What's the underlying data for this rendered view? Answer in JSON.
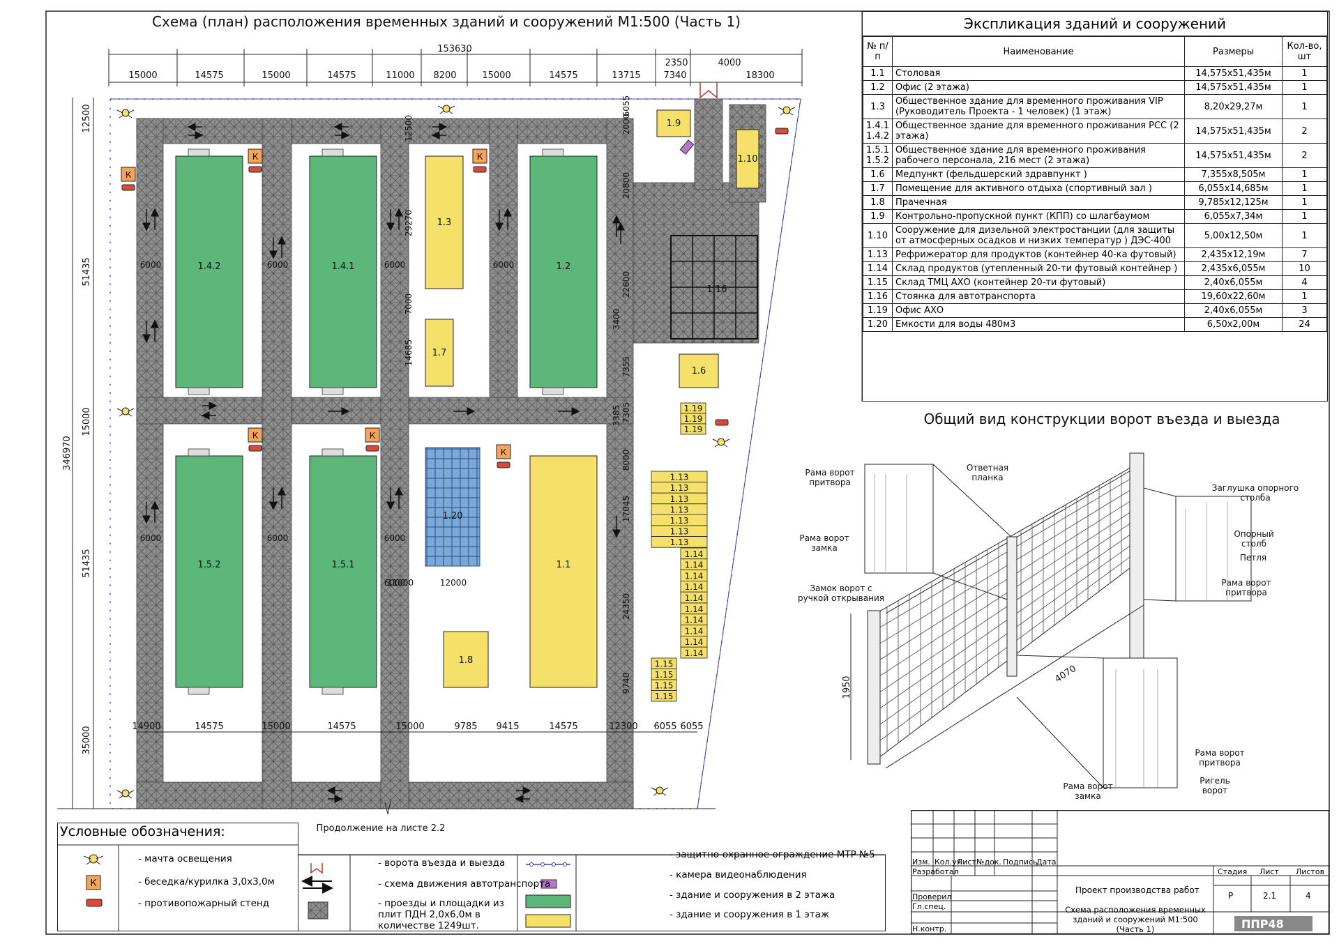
{
  "plan_title": "Схема (план) расположения временных зданий и сооружений М1:500 (Часть 1)",
  "continuation": "Продолжение на листе 2.2",
  "dims": {
    "total_top": "153630",
    "top": [
      "15000",
      "14575",
      "15000",
      "14575",
      "11000",
      "8200",
      "15000",
      "14575",
      "13715",
      "7340",
      "18300"
    ],
    "top_extra": [
      "2350",
      "4000"
    ],
    "bottom": [
      "14900",
      "14575",
      "15000",
      "14575",
      "15000",
      "9785",
      "9415",
      "14575",
      "12300",
      "6055",
      "6055"
    ],
    "left_total": "346970",
    "left": [
      "12500",
      "51435",
      "15000",
      "51435",
      "35000"
    ],
    "inner": [
      "6000",
      "6000",
      "6000",
      "6000",
      "6000",
      "6000",
      "6000",
      "6000",
      "29270",
      "7000",
      "14685",
      "12500",
      "11000",
      "12000",
      "2000",
      "6055",
      "20800",
      "22600",
      "3400",
      "7355",
      "3385",
      "7305",
      "8000",
      "17045",
      "24350",
      "9740"
    ]
  },
  "buildings": {
    "b142": "1.4.2",
    "b141": "1.4.1",
    "b13": "1.3",
    "b12": "1.2",
    "b17": "1.7",
    "b19": "1.9",
    "b110": "1.10",
    "b116": "1.16",
    "b16": "1.6",
    "b152": "1.5.2",
    "b151": "1.5.1",
    "b120": "1.20",
    "b11": "1.1",
    "b18": "1.8",
    "b119": [
      "1.19",
      "1.19",
      "1.19"
    ],
    "b113": [
      "1.13",
      "1.13",
      "1.13",
      "1.13",
      "1.13",
      "1.13",
      "1.13"
    ],
    "b114": [
      "1.14",
      "1.14",
      "1.14",
      "1.14",
      "1.14",
      "1.14",
      "1.14",
      "1.14",
      "1.14",
      "1.14"
    ],
    "b115": [
      "1.15",
      "1.15",
      "1.15",
      "1.15"
    ]
  },
  "kiosk_letter": "К",
  "explication": {
    "title": "Экспликация зданий и сооружений",
    "headers": [
      "№ п/п",
      "Наименование",
      "Размеры",
      "Кол-во, шт"
    ],
    "rows": [
      {
        "n": "1.1",
        "name": "Столовая",
        "size": "14,575х51,435м",
        "qty": "1"
      },
      {
        "n": "1.2",
        "name": "Офис (2 этажа)",
        "size": "14,575х51,435м",
        "qty": "1"
      },
      {
        "n": "1.3",
        "name": "Общественное здание для временного проживания VIP (Руководитель Проекта - 1 человек) (1 этаж)",
        "size": "8,20х29,27м",
        "qty": "1"
      },
      {
        "n": "1.4.1 1.4.2",
        "name": "Общественное здание для временного проживания РСС (2 этажа)",
        "size": "14,575х51,435м",
        "qty": "2"
      },
      {
        "n": "1.5.1 1.5.2",
        "name": "Общественное здание для временного проживания рабочего персонала, 216 мест (2 этажа)",
        "size": "14,575х51,435м",
        "qty": "2"
      },
      {
        "n": "1.6",
        "name": "Медпункт (фельдшерский здравпункт )",
        "size": "7,355х8,505м",
        "qty": "1"
      },
      {
        "n": "1.7",
        "name": "Помещение для активного отдыха (спортивный зал )",
        "size": "6,055х14,685м",
        "qty": "1"
      },
      {
        "n": "1.8",
        "name": "Прачечная",
        "size": "9,785х12,125м",
        "qty": "1"
      },
      {
        "n": "1.9",
        "name": "Контрольно-пропускной пункт (КПП) со шлагбаумом",
        "size": "6,055х7,34м",
        "qty": "1"
      },
      {
        "n": "1.10",
        "name": "Сооружение для дизельной электростанции (для защиты от атмосферных осадков и низких температур ) ДЭС-400",
        "size": "5,00х12,50м",
        "qty": "1"
      },
      {
        "n": "1.13",
        "name": "Рефрижератор для продуктов (контейнер 40-ка футовый)",
        "size": "2,435х12,19м",
        "qty": "7"
      },
      {
        "n": "1.14",
        "name": "Склад продуктов (утепленный 20-ти футовый контейнер )",
        "size": "2,435х6,055м",
        "qty": "10"
      },
      {
        "n": "1.15",
        "name": "Склад ТМЦ АХО (контейнер 20-ти футовый)",
        "size": "2,40х6,055м",
        "qty": "4"
      },
      {
        "n": "1.16",
        "name": "Стоянка для автотранспорта",
        "size": "19,60х22,60м",
        "qty": "1"
      },
      {
        "n": "1.19",
        "name": "Офис АХО",
        "size": "2,40х6,055м",
        "qty": "3"
      },
      {
        "n": "1.20",
        "name": "Емкости для воды 480м3",
        "size": "6,50х2,00м",
        "qty": "24"
      }
    ]
  },
  "gate": {
    "title": "Общий вид конструкции ворот въезда и выезда",
    "labels": [
      "Рама ворот притвора",
      "Ответная планка",
      "Рама ворот замка",
      "Замок ворот с ручкой открывания",
      "Заглушка опорного столба",
      "Опорный столб",
      "Петля",
      "Рама ворот притвора",
      "Рама ворот притвора",
      "Ригель ворот",
      "Рама ворот замка"
    ],
    "dim_h": "1950",
    "dim_w": "4070"
  },
  "legend": {
    "title": "Условные обозначения:",
    "items": [
      "- мачта освещения",
      "- беседка/курилка 3,0х3,0м",
      "- противопожарный стенд",
      "- ворота въезда и выезда",
      "- схема движения автотранспорта",
      "- проезды и площадки из плит ПДН 2,0х6,0м в количестве 1249шт.",
      "- защитно-охранное ограждение МТР №5",
      "- камера видеонаблюдения",
      "- здание и сооружения в 2 этажа",
      "- здание и сооружения в 1 этаж"
    ]
  },
  "stamp": {
    "cols": [
      "Изм.",
      "Кол.уч",
      "Лист",
      "№док.",
      "Подпись",
      "Дата"
    ],
    "rows": [
      "Разработал",
      "Проверил",
      "Гл.спец.",
      "Н.контр."
    ],
    "project": "Проект производства работ",
    "stage_h": "Стадия",
    "sheet_h": "Лист",
    "sheets_h": "Листов",
    "stage": "Р",
    "sheet": "2.1",
    "sheets": "4",
    "title": "Схема расположения временных зданий и сооружений М1:500 (Часть 1)",
    "logo": "ППР48"
  },
  "colors": {
    "two_floor": "#5bb77a",
    "one_floor": "#f5e06a",
    "tank": "#7aa8d8",
    "road": "#8a8a8a",
    "kiosk": "#f4a55a",
    "stand": "#d84a3a",
    "fence": "#3b3bb0",
    "camera": "#b878c8"
  }
}
